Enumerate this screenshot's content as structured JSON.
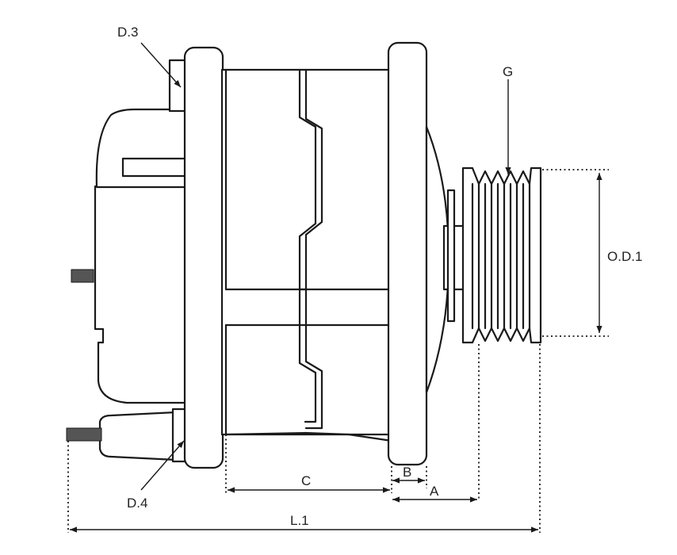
{
  "labels": {
    "d3": "D.3",
    "g": "G",
    "od1": "O.D.1",
    "c": "C",
    "b": "B",
    "a": "A",
    "d4": "D.4",
    "l1": "L.1"
  }
}
